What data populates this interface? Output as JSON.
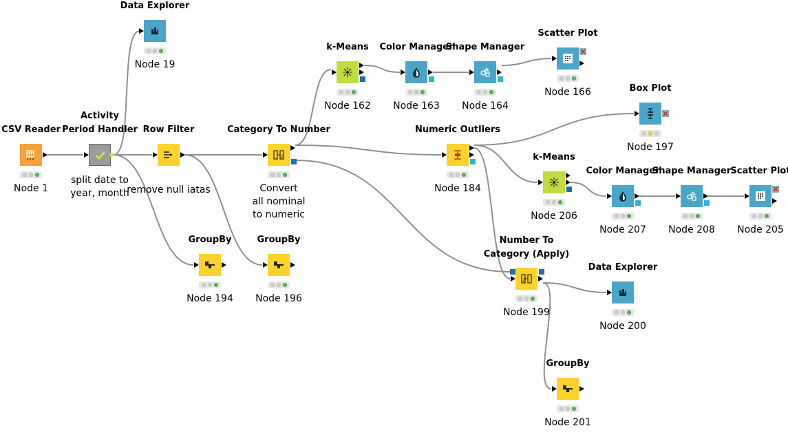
{
  "nodes": {
    "csv": {
      "title": "CSV Reader",
      "label": "Node 1"
    },
    "activity": {
      "title_line1": "Activity",
      "title_line2": "Period Handler",
      "note_line1": "split date to",
      "note_line2": "year, month"
    },
    "dataexp19": {
      "title": "Data Explorer",
      "label": "Node 19"
    },
    "rowfilter": {
      "title": "Row Filter",
      "note": "remove null iatas"
    },
    "cat2num": {
      "title": "Category To Number",
      "note_line1": "Convert",
      "note_line2": "all nominal",
      "note_line3": "to numeric"
    },
    "groupby194": {
      "title": "GroupBy",
      "label": "Node 194"
    },
    "groupby196": {
      "title": "GroupBy",
      "label": "Node 196"
    },
    "kmeans162": {
      "title": "k-Means",
      "label": "Node 162"
    },
    "color163": {
      "title": "Color Manager",
      "label": "Node 163"
    },
    "shape164": {
      "title": "Shape Manager",
      "label": "Node 164"
    },
    "scatter166": {
      "title": "Scatter Plot",
      "label": "Node 166"
    },
    "boxplot197": {
      "title": "Box Plot",
      "label": "Node 197"
    },
    "outliers184": {
      "title": "Numeric Outliers",
      "label": "Node 184"
    },
    "kmeans206": {
      "title": "k-Means",
      "label": "Node 206"
    },
    "color207": {
      "title": "Color Manager",
      "label": "Node 207"
    },
    "shape208": {
      "title": "Shape Manager",
      "label": "Node 208"
    },
    "scatter205": {
      "title": "Scatter Plot",
      "label": "Node 205"
    },
    "num2cat199": {
      "title_line1": "Number To",
      "title_line2": "Category (Apply)",
      "label": "Node 199"
    },
    "dataexp200": {
      "title": "Data Explorer",
      "label": "Node 200"
    },
    "groupby201": {
      "title": "GroupBy",
      "label": "Node 201"
    }
  },
  "colors": {
    "source": "#f5a33a",
    "manipulator": "#fcd32a",
    "learner": "#c1dc3d",
    "view": "#4aa6c8",
    "metanode": "#9b9b9b",
    "connection": "#8f8f8f",
    "flowport": "#1f6fb4",
    "modelport": "#2fb2d6"
  }
}
